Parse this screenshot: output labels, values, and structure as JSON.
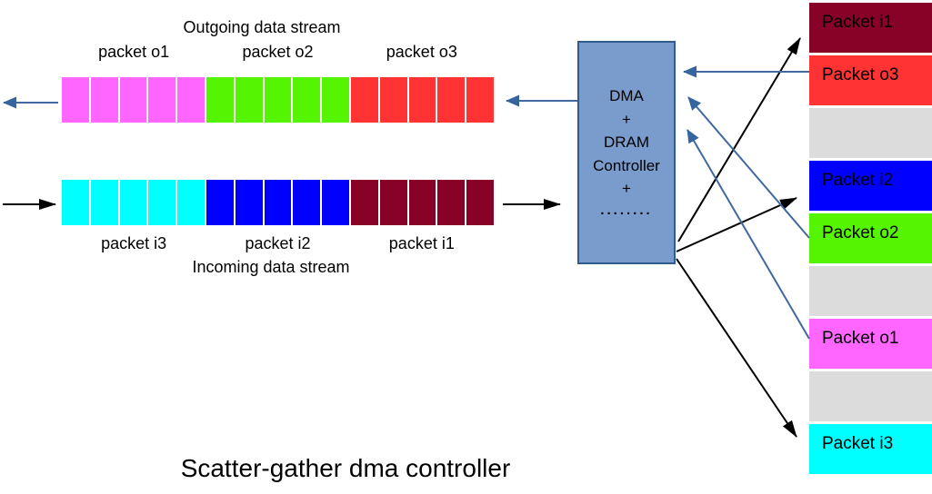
{
  "title": "Scatter-gather dma controller",
  "outgoing": {
    "stream_label": "Outgoing data stream",
    "packets": [
      {
        "label": "packet o1",
        "color": "#ff66ff",
        "cells": 5
      },
      {
        "label": "packet o2",
        "color": "#55f502",
        "cells": 5
      },
      {
        "label": "packet o3",
        "color": "#ff3333",
        "cells": 5
      }
    ]
  },
  "incoming": {
    "stream_label": "Incoming data stream",
    "packets": [
      {
        "label": "packet i3",
        "color": "#00ffff",
        "cells": 5
      },
      {
        "label": "packet i2",
        "color": "#0000ff",
        "cells": 5
      },
      {
        "label": "packet i1",
        "color": "#870226",
        "cells": 5
      }
    ]
  },
  "controller": {
    "lines": [
      "DMA",
      "+",
      "DRAM",
      "Controller",
      "+",
      "........"
    ],
    "fill": "#7a9ccd",
    "border": "#2e5c91"
  },
  "memory": {
    "blocks": [
      {
        "label": "Packet i1",
        "color": "#870226"
      },
      {
        "label": "Packet o3",
        "color": "#ff3333"
      },
      {
        "label": "",
        "color": "#dcdcdc"
      },
      {
        "label": "Packet i2",
        "color": "#0000ff"
      },
      {
        "label": "Packet o2",
        "color": "#55f502"
      },
      {
        "label": "",
        "color": "#dcdcdc"
      },
      {
        "label": "Packet o1",
        "color": "#ff66ff"
      },
      {
        "label": "",
        "color": "#dcdcdc"
      },
      {
        "label": "Packet i3",
        "color": "#00ffff"
      }
    ]
  },
  "arrows": {
    "black": "#000000",
    "blue_line": "#41699f",
    "blue_head": "#35659e"
  }
}
